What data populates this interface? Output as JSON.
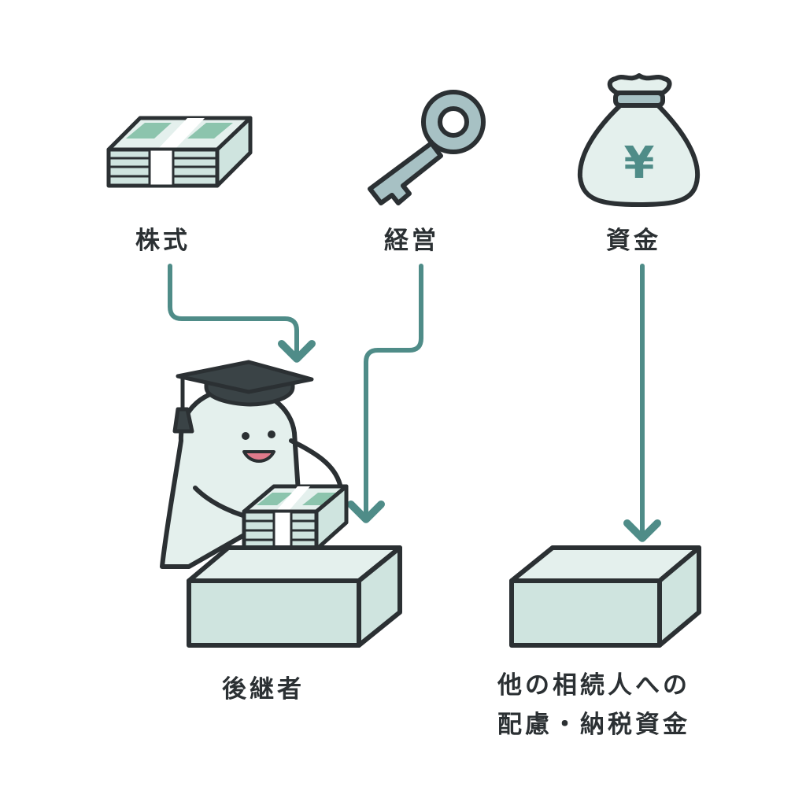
{
  "labels": {
    "stock": "株式",
    "management": "経営",
    "funds": "資金",
    "successor": "後継者",
    "other_line1": "他の相続人への",
    "other_line2": "配慮・納税資金"
  },
  "coin_symbol": "¥",
  "colors": {
    "teal": "#4f8c88",
    "mint_fill": "#cfe4df",
    "mint_light": "#e4f0ed",
    "note_green": "#8cc4ad",
    "outline": "#2b3033",
    "key_fill": "#a7c1c4",
    "cap": "#3a4346"
  }
}
